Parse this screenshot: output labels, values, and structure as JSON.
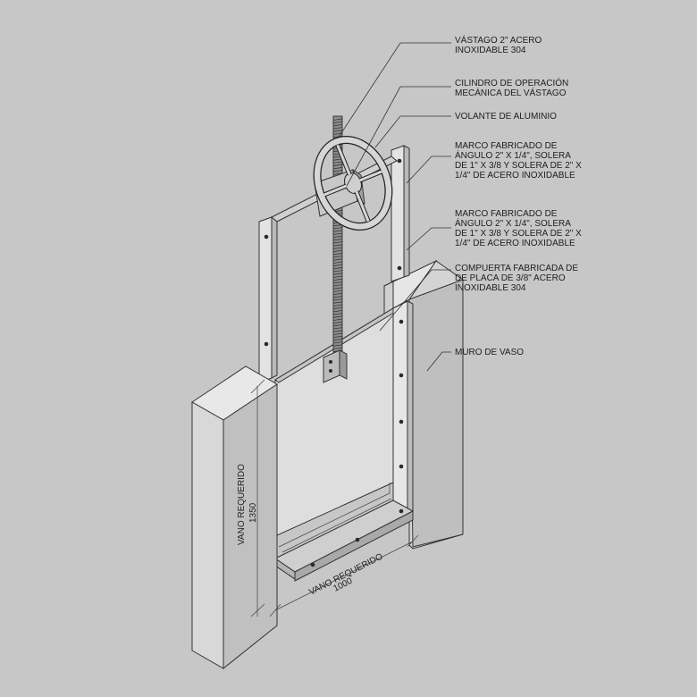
{
  "callouts": [
    {
      "id": "stem",
      "lines": [
        "VÁSTAGO 2\" ACERO",
        "INOXIDABLE 304"
      ]
    },
    {
      "id": "cylinder",
      "lines": [
        "CILINDRO DE OPERACIÓN",
        "MECÁNICA DEL VÁSTAGO"
      ]
    },
    {
      "id": "handwheel",
      "lines": [
        "VOLANTE DE ALUMINIO"
      ]
    },
    {
      "id": "frame-upper",
      "lines": [
        "MARCO FABRICADO DE",
        "ÁNGULO 2\" X 1/4\", SOLERA",
        "DE 1\" X 3/8 Y SOLERA DE 2\" X",
        "1/4\" DE ACERO INOXIDABLE"
      ]
    },
    {
      "id": "frame-lower",
      "lines": [
        "MARCO FABRICADO DE",
        "ÁNGULO 2\" X 1/4\", SOLERA",
        "DE 1\" X 3/8 Y SOLERA DE 2\" X",
        "1/4\" DE ACERO INOXIDABLE"
      ]
    },
    {
      "id": "gate",
      "lines": [
        "COMPUERTA FABRICADA DE",
        "DE PLACA DE 3/8\" ACERO",
        "INOXIDABLE 304"
      ]
    },
    {
      "id": "wall",
      "lines": [
        "MURO DE VASO"
      ]
    }
  ],
  "dimensions": {
    "height": {
      "label": "VANO REQUERIDO",
      "value": "1350"
    },
    "width": {
      "label": "VANO REQUERIDO",
      "value": "1000"
    }
  },
  "colors": {
    "background": "#c7c7c7",
    "wall_front": "#d9d9d9",
    "wall_side": "#b3b3b3",
    "wall_top": "#e8e8e8",
    "gate_plate": "#dcdcdc",
    "frame": "#e2e2e2",
    "dark": "#333333"
  }
}
